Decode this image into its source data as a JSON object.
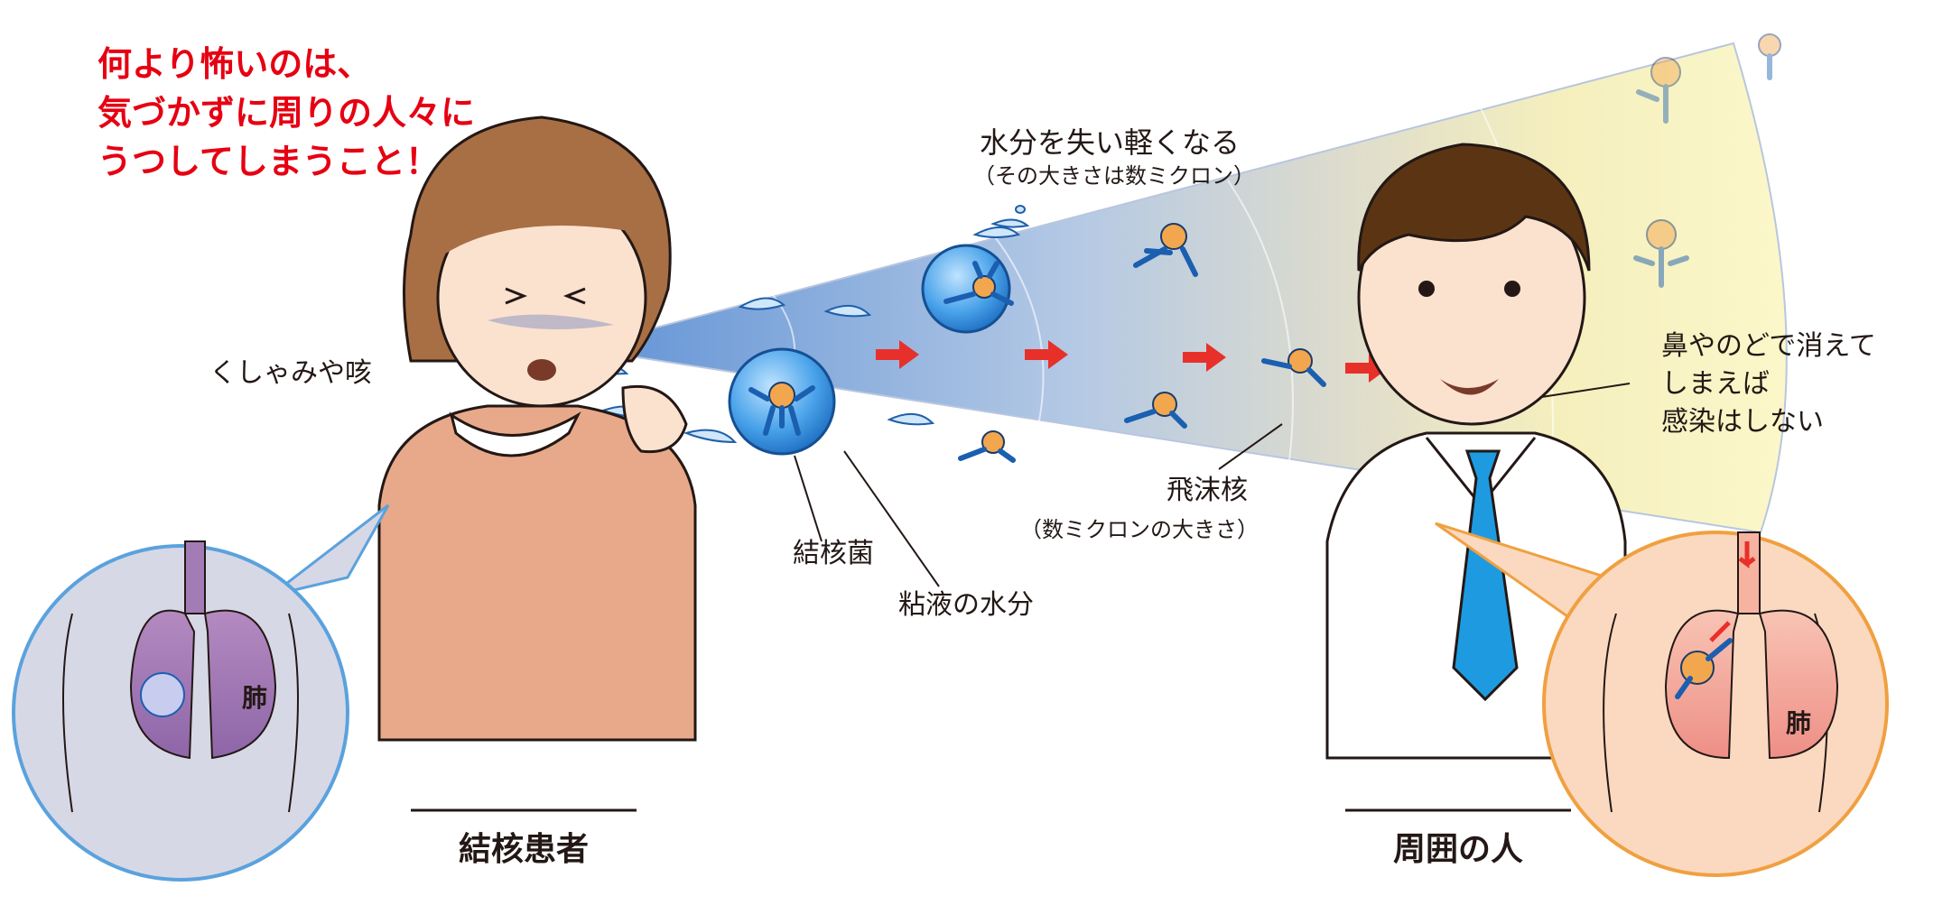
{
  "warning": {
    "line1": "何より怖いのは、",
    "line2": "気づかずに周りの人々に",
    "line3": "うつしてしまうこと！",
    "color": "#e60012"
  },
  "labels": {
    "sneeze": "くしゃみや咳",
    "dehydrate": "水分を失い軽くなる",
    "dehydrate_sub": "（その大きさは数ミクロン）",
    "bacteria": "結核菌",
    "mucus": "粘液の水分",
    "droplet_nucleus": "飛沫核",
    "droplet_nucleus_sub": "（数ミクロンの大きさ）",
    "no_infection_1": "鼻やのどで消えて",
    "no_infection_2": "しまえば",
    "no_infection_3": "感染はしない"
  },
  "captions": {
    "patient": "結核患者",
    "bystander": "周囲の人"
  },
  "lungs": {
    "left_label": "肺",
    "right_label": "肺"
  },
  "colors": {
    "patient_shirt": "#e8a98a",
    "hair": "#9c6a43",
    "bystander_hair": "#5b3513",
    "tie": "#1e9be0",
    "beam_blue": "#6f9fd8",
    "beam_yellow": "#f5ef9a",
    "arrow_red": "#e8302a",
    "germ_blue": "#1b5fb0",
    "left_bubble": "#d7d8e6",
    "right_bubble": "#fbd9c0"
  }
}
